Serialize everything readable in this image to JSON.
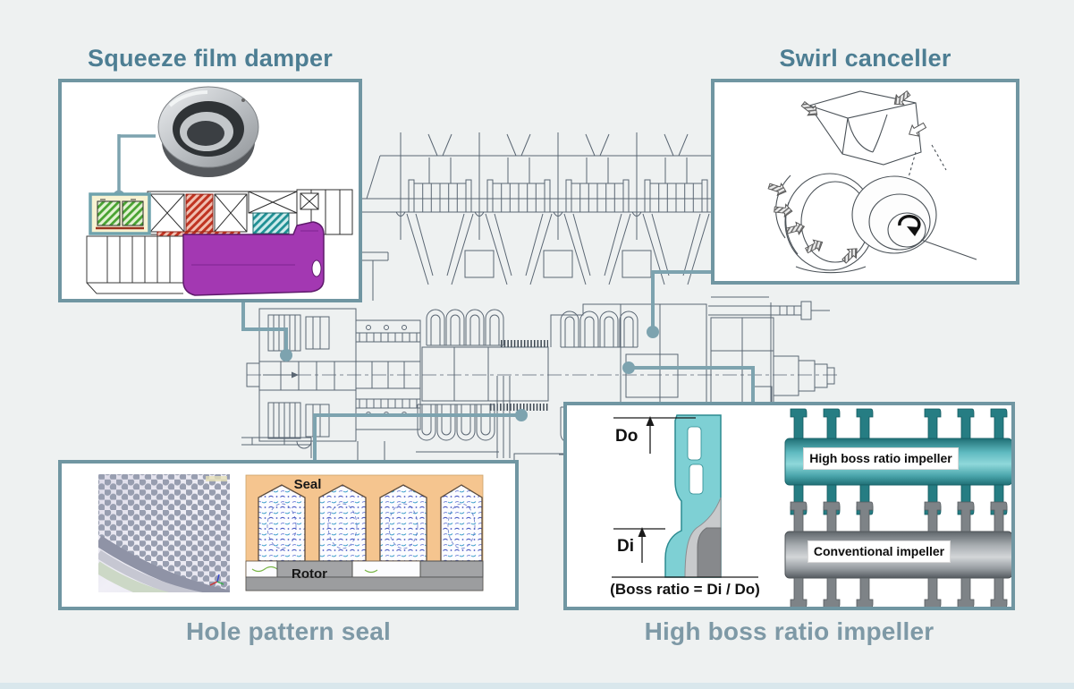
{
  "page": {
    "background": "#eef1f1",
    "bottom_strip_color": "#d9e7ec"
  },
  "colors": {
    "box_border": "#7096a2",
    "connector": "#7da3af",
    "title_top": "#4d7e93",
    "title_bottom": "#7e99a6",
    "drawing_line": "#5a6673",
    "damper_shaft_purple": "#a338b2",
    "damper_red_hatch": "#c03422",
    "damper_teal_hatch": "#1f9094",
    "damper_green_hatch": "#49a332",
    "cfd_background_orange": "#f5c58f",
    "impeller_teal": "#3f9ea4",
    "impeller_gray": "#8d9296"
  },
  "callouts": {
    "squeeze_film_damper": {
      "title": "Squeeze film damper"
    },
    "swirl_canceller": {
      "title": "Swirl canceller"
    },
    "hole_pattern_seal": {
      "title": "Hole pattern seal",
      "cfd_labels": {
        "seal": "Seal",
        "rotor": "Rotor"
      }
    },
    "high_boss_ratio_impeller": {
      "title": "High boss ratio impeller",
      "diagram": {
        "outer_diameter_label": "Do",
        "inner_diameter_label": "Di",
        "formula": "(Boss ratio = Di / Do)"
      },
      "comparison": {
        "high_boss_label": "High boss ratio impeller",
        "conventional_label": "Conventional impeller"
      }
    }
  }
}
